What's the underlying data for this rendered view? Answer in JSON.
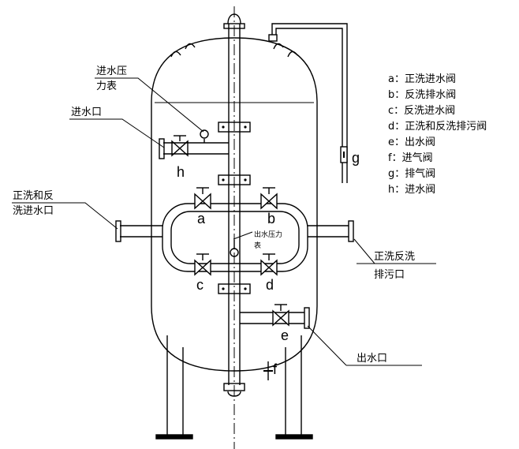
{
  "labels": {
    "inlet_gauge_l1": "进水压",
    "inlet_gauge_l2": "力表",
    "inlet": "进水口",
    "forward_backwash_inlet_l1": "正洗和反",
    "forward_backwash_inlet_l2": "洗进水口",
    "outlet_gauge_l1": "出水压力",
    "outlet_gauge_l2": "表",
    "drain_l1": "正洗反洗",
    "drain_l2": "排污口",
    "outlet": "出水口"
  },
  "valve_letters": {
    "a": "a",
    "b": "b",
    "c": "c",
    "d": "d",
    "e": "e",
    "f": "f",
    "g": "g",
    "h": "h"
  },
  "legend": [
    "a：正洗进水阀",
    "b：反洗排水阀",
    "c：反洗进水阀",
    "d：正洗和反洗排污阀",
    "e：出水阀",
    "f：进气阀",
    "g：排气阀",
    "h：进水阀"
  ]
}
